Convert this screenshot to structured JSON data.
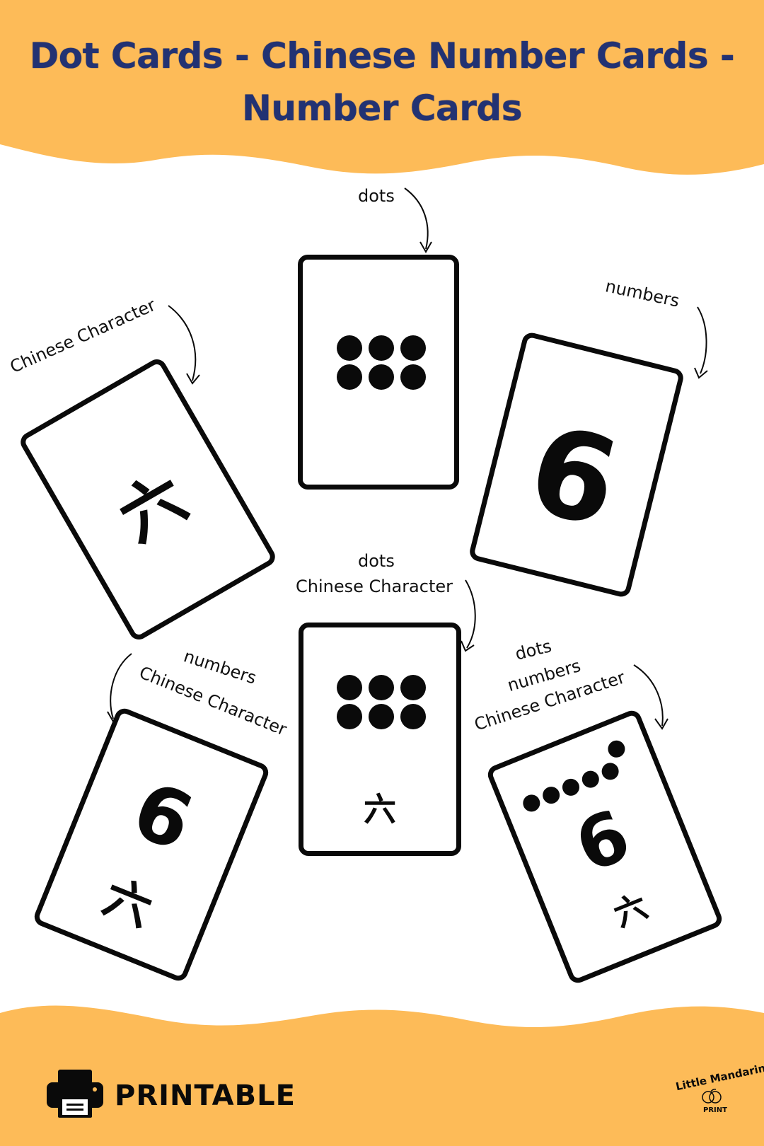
{
  "colors": {
    "banner": "#FDBB58",
    "title": "#223273",
    "ink": "#0A0A0A"
  },
  "header": {
    "title_line1": "Dot Cards - Chinese Number Cards -",
    "title_line2": "Number Cards"
  },
  "labels": {
    "top_dots": "dots",
    "top_numbers": "numbers",
    "top_chinese": "Chinese Character",
    "mid_dots": "dots",
    "mid_chinese": "Chinese Character",
    "left_numbers": "numbers",
    "left_chinese": "Chinese Character",
    "right_dots": "dots",
    "right_numbers": "numbers",
    "right_chinese": "Chinese Character"
  },
  "cards": {
    "numeral": "6",
    "character": "六"
  },
  "footer": {
    "printable_label": "PRINTABLE",
    "printer_icon": "printer-icon",
    "logo_line1": "Little Mandarin",
    "logo_line2": "PRINT"
  }
}
